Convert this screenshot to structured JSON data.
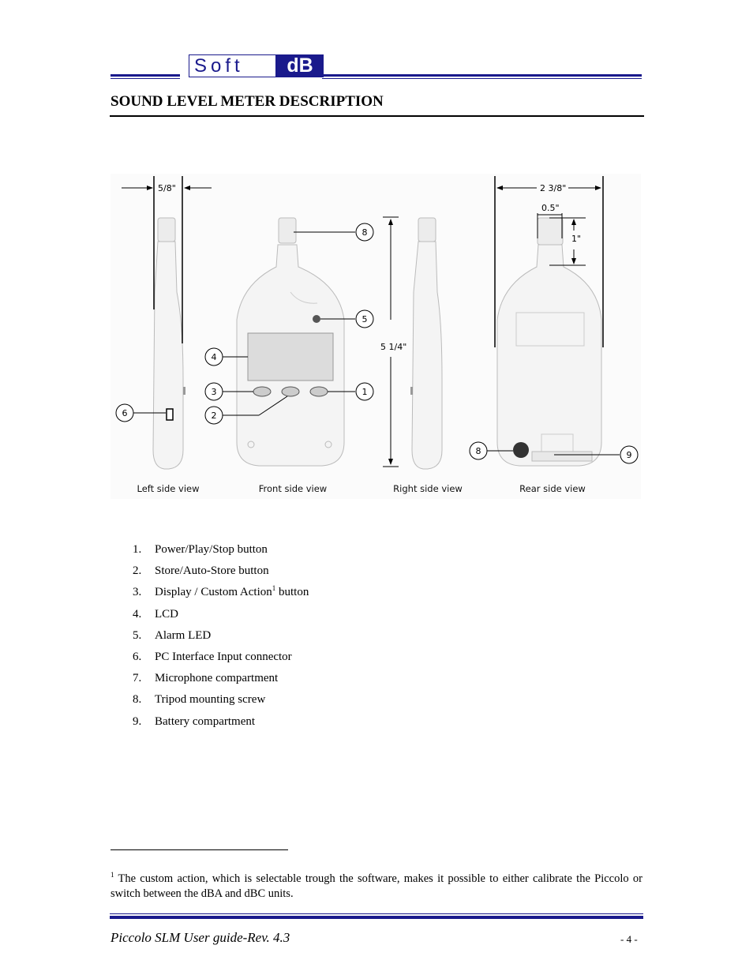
{
  "header": {
    "logo_left": "Soft",
    "logo_right": "dB"
  },
  "section_title": "SOUND LEVEL METER DESCRIPTION",
  "figure": {
    "view_labels": [
      "Left side view",
      "Front side view",
      "Right side view",
      "Rear side view"
    ],
    "dimensions": {
      "thickness": "5/8\"",
      "height": "5 1/4\"",
      "width": "2 3/8\"",
      "mic_diameter": "0.5\"",
      "mic_length": "1\""
    },
    "callouts": {
      "c1": "1",
      "c2": "2",
      "c3": "3",
      "c4": "4",
      "c5": "5",
      "c6": "6",
      "c8": "8",
      "c9": "9"
    }
  },
  "parts_list": [
    {
      "num": "1.",
      "text": "Power/Play/Stop button"
    },
    {
      "num": "2.",
      "text": "Store/Auto-Store button"
    },
    {
      "num": "3.",
      "text_before": "Display / Custom Action",
      "footnote_ref": "1",
      "text_after": " button"
    },
    {
      "num": "4.",
      "text": "LCD"
    },
    {
      "num": "5.",
      "text": "Alarm LED"
    },
    {
      "num": "6.",
      "text": "PC Interface Input connector"
    },
    {
      "num": "7.",
      "text": "Microphone compartment"
    },
    {
      "num": "8.",
      "text": "Tripod mounting screw"
    },
    {
      "num": "9.",
      "text": "Battery compartment"
    }
  ],
  "footnote": {
    "mark": "1",
    "text": " The custom action, which is selectable trough the software, makes it possible to either calibrate the Piccolo or switch between the dBA and dBC units."
  },
  "footer": {
    "title": "Piccolo SLM User guide-Rev. 4.3",
    "page": "- 4 -"
  },
  "colors": {
    "brand_blue": "#1a1a8c",
    "device_body": "#f4f4f4",
    "lcd": "#dcdcdc"
  }
}
